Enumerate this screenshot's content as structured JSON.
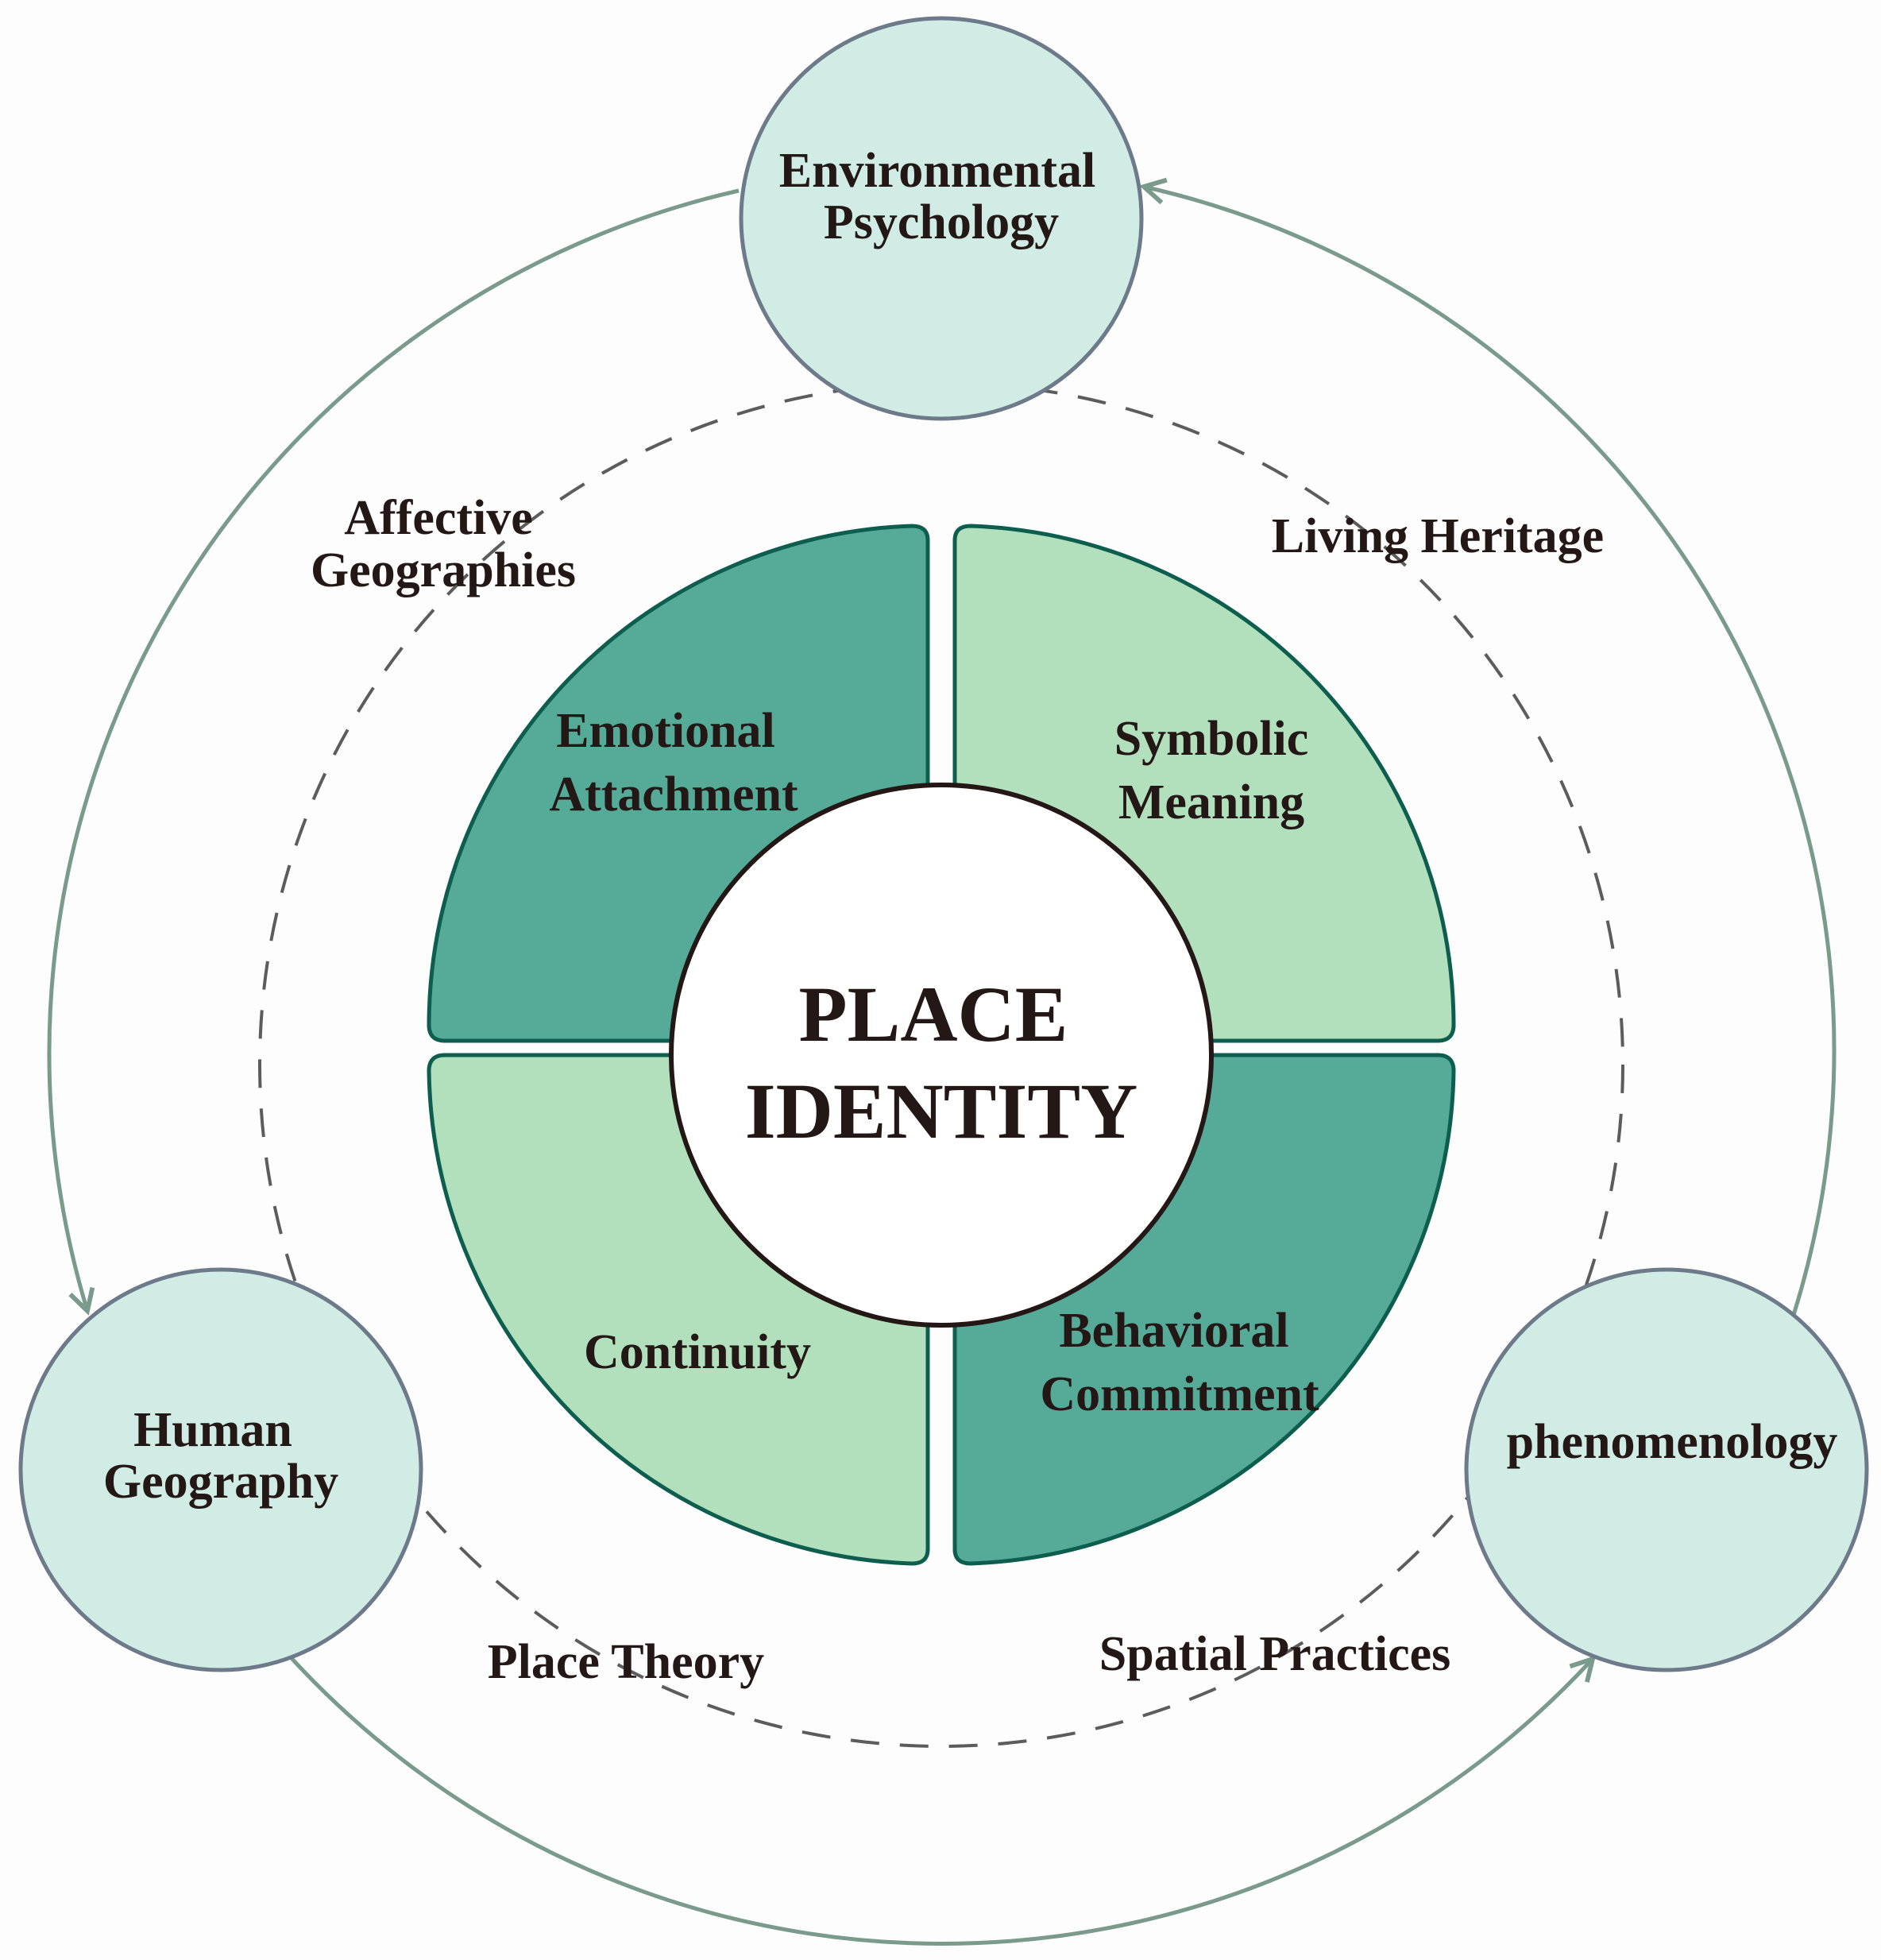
{
  "center": {
    "line1": "PLACE",
    "line2": "IDENTITY"
  },
  "quadrants": {
    "top_left": {
      "line1": "Emotional",
      "line2": "Attachment"
    },
    "top_right": {
      "line1": "Symbolic",
      "line2": "Meaning"
    },
    "bottom_left": {
      "line1": "Continuity"
    },
    "bottom_right": {
      "line1": "Behavioral",
      "line2": "Commitment"
    }
  },
  "disciplines": {
    "top": {
      "line1": "Environmental",
      "line2": "Psychology"
    },
    "left": {
      "line1": "Human",
      "line2": "Geography"
    },
    "right": {
      "line1": "phenomenology"
    }
  },
  "concepts": {
    "affective": {
      "line1": "Affective",
      "line2": "Geographies"
    },
    "living_heritage": "Living Heritage",
    "place_theory": "Place Theory",
    "spatial_practices": "Spatial Practices"
  },
  "colors": {
    "dark_quadrant": "#55ab98",
    "light_quadrant": "#b2e0bd",
    "quadrant_stroke": "#0e5e4f",
    "discipline_fill": "#d1ece4",
    "discipline_stroke": "#6d7a8a",
    "arrow": "#7a9a8c",
    "dashed_ring": "#5c5c5c",
    "text": "#231816"
  }
}
